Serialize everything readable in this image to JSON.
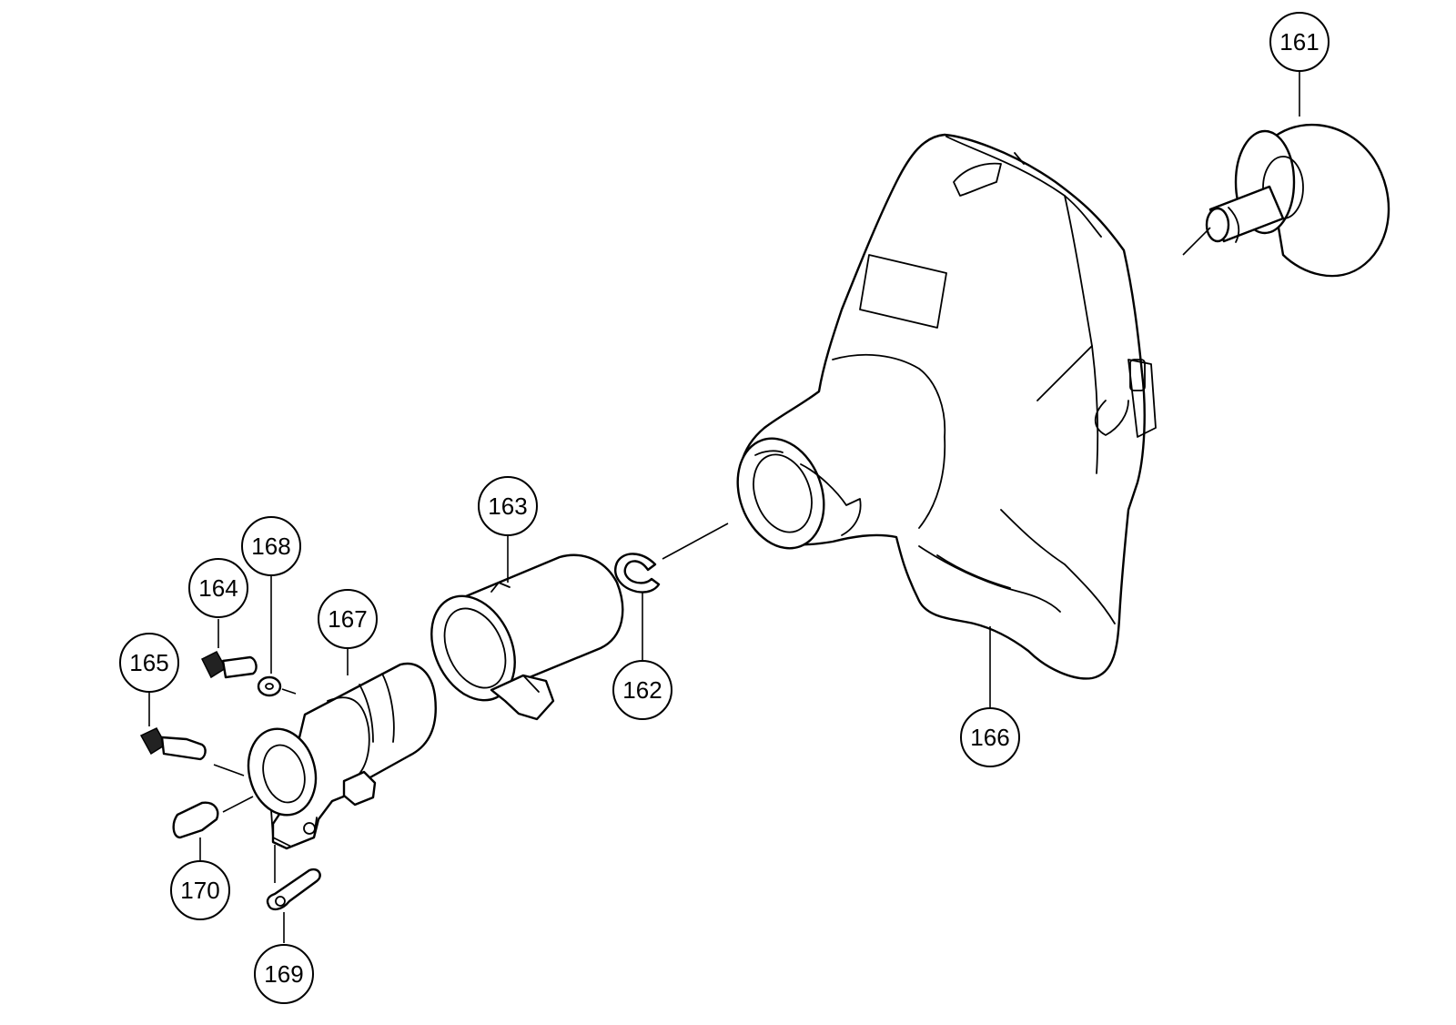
{
  "callouts": {
    "c161": "161",
    "c162": "162",
    "c163": "163",
    "c164": "164",
    "c165": "165",
    "c166": "166",
    "c167": "167",
    "c168": "168",
    "c169": "169",
    "c170": "170"
  },
  "colors": {
    "line": "#000000",
    "background": "#ffffff"
  }
}
